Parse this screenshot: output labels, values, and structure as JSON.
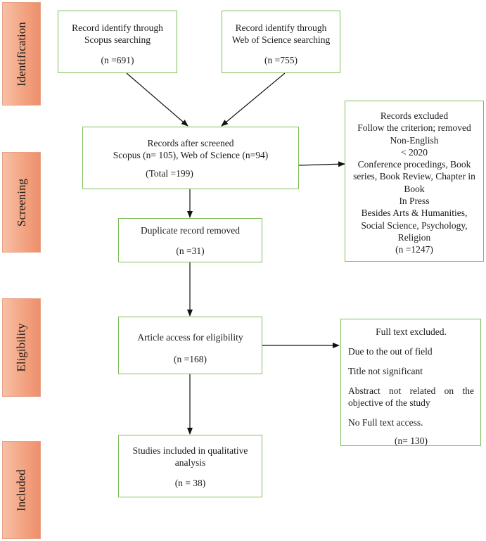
{
  "phases": {
    "identification": "Identification",
    "screening": "Screening",
    "eligibility": "Eligibility",
    "included": "Included"
  },
  "boxes": {
    "scopus": {
      "line1": "Record identify through",
      "line2": "Scopus searching",
      "count": "(n =691)"
    },
    "wos": {
      "line1": "Record identify through",
      "line2": "Web of Science searching",
      "count": "(n =755)"
    },
    "screened": {
      "line1": "Records after screened",
      "line2": "Scopus (n= 105), Web of Science (n=94)",
      "total": "(Total =199)"
    },
    "excluded": {
      "lines": [
        "Records excluded",
        "Follow the criterion; removed",
        "Non-English",
        "< 2020",
        "Conference procedings, Book",
        "series, Book Review, Chapter in",
        "Book",
        "In Press",
        "Besides Arts & Humanities,",
        "Social Science, Psychology,",
        "Religion",
        "(n =1247)"
      ]
    },
    "duplicate": {
      "line1": "Duplicate record removed",
      "count": "(n =31)"
    },
    "eligibility": {
      "line1": "Article access for eligibility",
      "count": "(n =168)"
    },
    "fulltext": {
      "title": "Full text excluded.",
      "reason1": "Due to the out of field",
      "reason2": "Title not significant",
      "reason3a": "Abstract not related on the",
      "reason3b": "objective of the study",
      "reason4": "No Full text access.",
      "count": "(n= 130)"
    },
    "included": {
      "line1": "Studies included in qualitative",
      "line2": "analysis",
      "count": "(n = 38)"
    }
  },
  "colors": {
    "box_border": "#7fbf5a",
    "phase_fill": "#f3a482",
    "arrow": "#111111"
  }
}
